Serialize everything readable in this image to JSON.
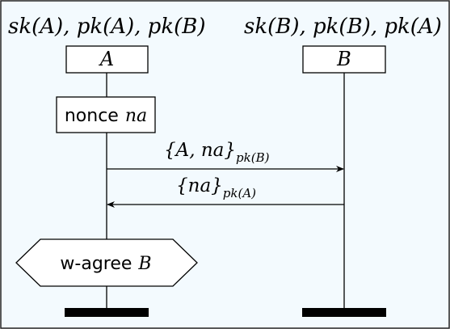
{
  "colors": {
    "background": "#f3fafe",
    "border": "#222222",
    "box_fill": "#ffffff",
    "line": "#000000"
  },
  "participants": [
    {
      "id": "A",
      "knowledge_label": "sk(A), pk(A), pk(B)",
      "name": "A"
    },
    {
      "id": "B",
      "knowledge_label": "sk(B), pk(B), pk(A)",
      "name": "B"
    }
  ],
  "action_box": {
    "label_text": "nonce",
    "label_math": "na"
  },
  "messages": [
    {
      "from": "A",
      "to": "B",
      "content": "{A, na}",
      "subscript": "pk(B)"
    },
    {
      "from": "B",
      "to": "A",
      "content": "{na}",
      "subscript": "pk(A)"
    }
  ],
  "claim": {
    "label_text": "w-agree",
    "label_math": "B"
  }
}
